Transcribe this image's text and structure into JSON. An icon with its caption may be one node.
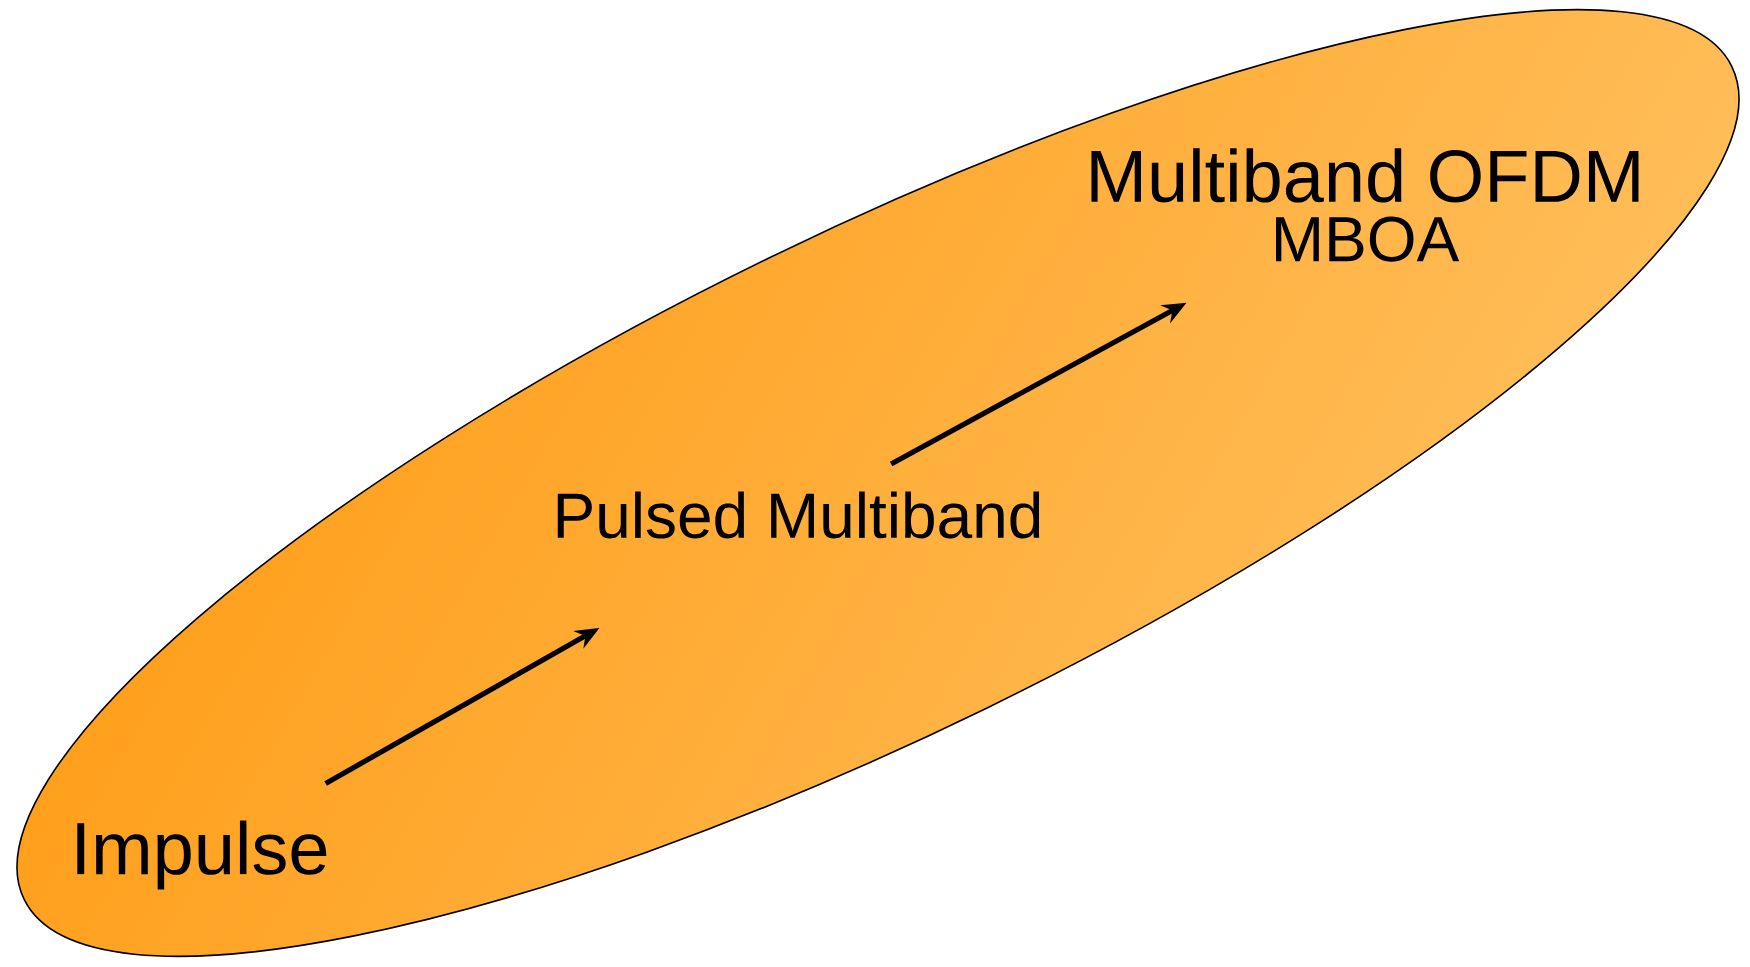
{
  "diagram": {
    "nodes": [
      {
        "text": [],
        "shape": "ellipse"
      },
      {
        "text": [
          "Impulse"
        ],
        "in": 0
      },
      {
        "text": [
          "Pulsed Multiband"
        ],
        "in": 0
      },
      {
        "text": [
          "Multiband OFDM",
          "MBOA"
        ],
        "in": 0
      }
    ],
    "edges": [
      {
        "from": 1,
        "to": 2,
        "arrow": "to"
      },
      {
        "from": 2,
        "to": 3,
        "arrow": "to"
      }
    ]
  }
}
